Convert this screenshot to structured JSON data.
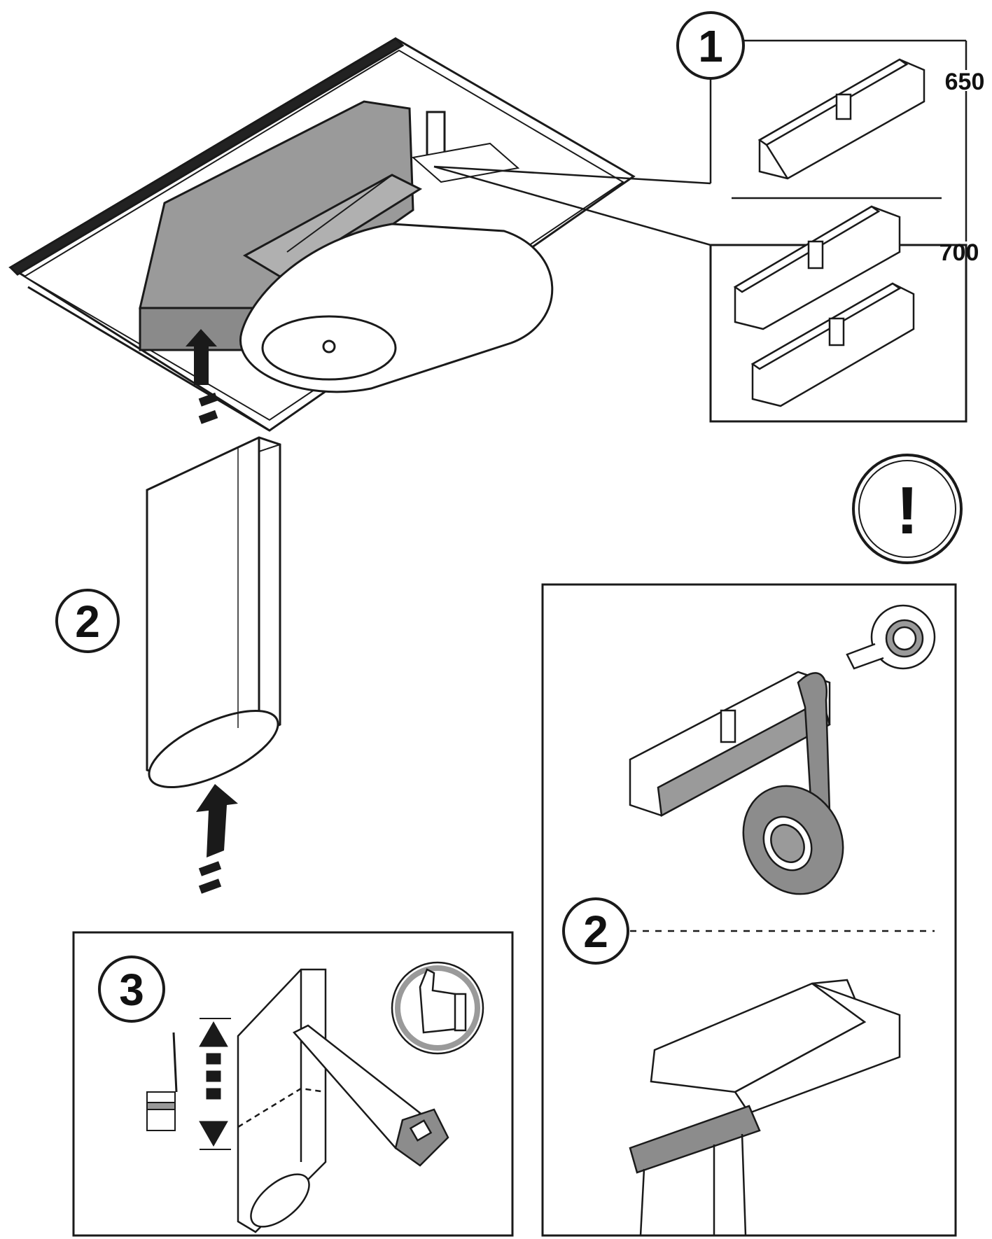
{
  "figure": {
    "background": "#ffffff",
    "stroke": "#1a1a1a",
    "part_fill": "#9a9a9a",
    "tape_fill": "#8c8c8c"
  },
  "callout_1": {
    "step_label": "1",
    "size_small": "650",
    "size_large": "700"
  },
  "main": {
    "step_label": "2"
  },
  "warning": {
    "symbol": "!",
    "icon": "exclamation-circle-icon"
  },
  "panel_tape": {
    "step_label": "2",
    "icons": [
      "tape-roll-icon",
      "tape-roll-dark-icon"
    ]
  },
  "panel_cut": {
    "step_label": "3",
    "icons": [
      "measuring-tape-icon",
      "saw-icon",
      "thumbs-up-glove-icon",
      "double-arrow-icon"
    ]
  }
}
